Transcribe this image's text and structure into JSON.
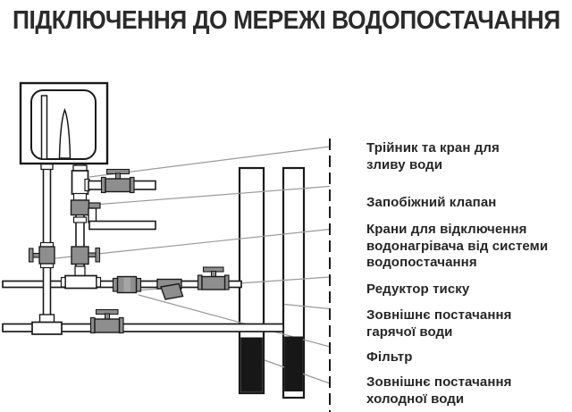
{
  "title": "ПІДКЛЮЧЕННЯ ДО МЕРЕЖІ ВОДОПОСТАЧАННЯ",
  "labels": {
    "drain_tee": {
      "line1": "Трійник та кран для",
      "line2": "зливу води"
    },
    "safety_valve": {
      "line1": "Запобіжний клапан"
    },
    "shutoff_valves": {
      "line1": "Крани для відключення",
      "line2": "водонагрівача від системи",
      "line3": "водопостачання"
    },
    "pressure_reducer": {
      "line1": "Редуктор тиску"
    },
    "hot_supply": {
      "line1": "Зовнішнє постачання",
      "line2": "гарячої води"
    },
    "filter": {
      "line1": "Фільтр"
    },
    "cold_supply": {
      "line1": "Зовнішнє постачання",
      "line2": "холодної води"
    }
  },
  "colors": {
    "line": "#1a1a1a",
    "valve_fill": "#8e8e8e",
    "riser_fill_bottom": "#171717",
    "leader_line": "#9a9a9a",
    "text": "#262626",
    "background": "#ffffff"
  }
}
